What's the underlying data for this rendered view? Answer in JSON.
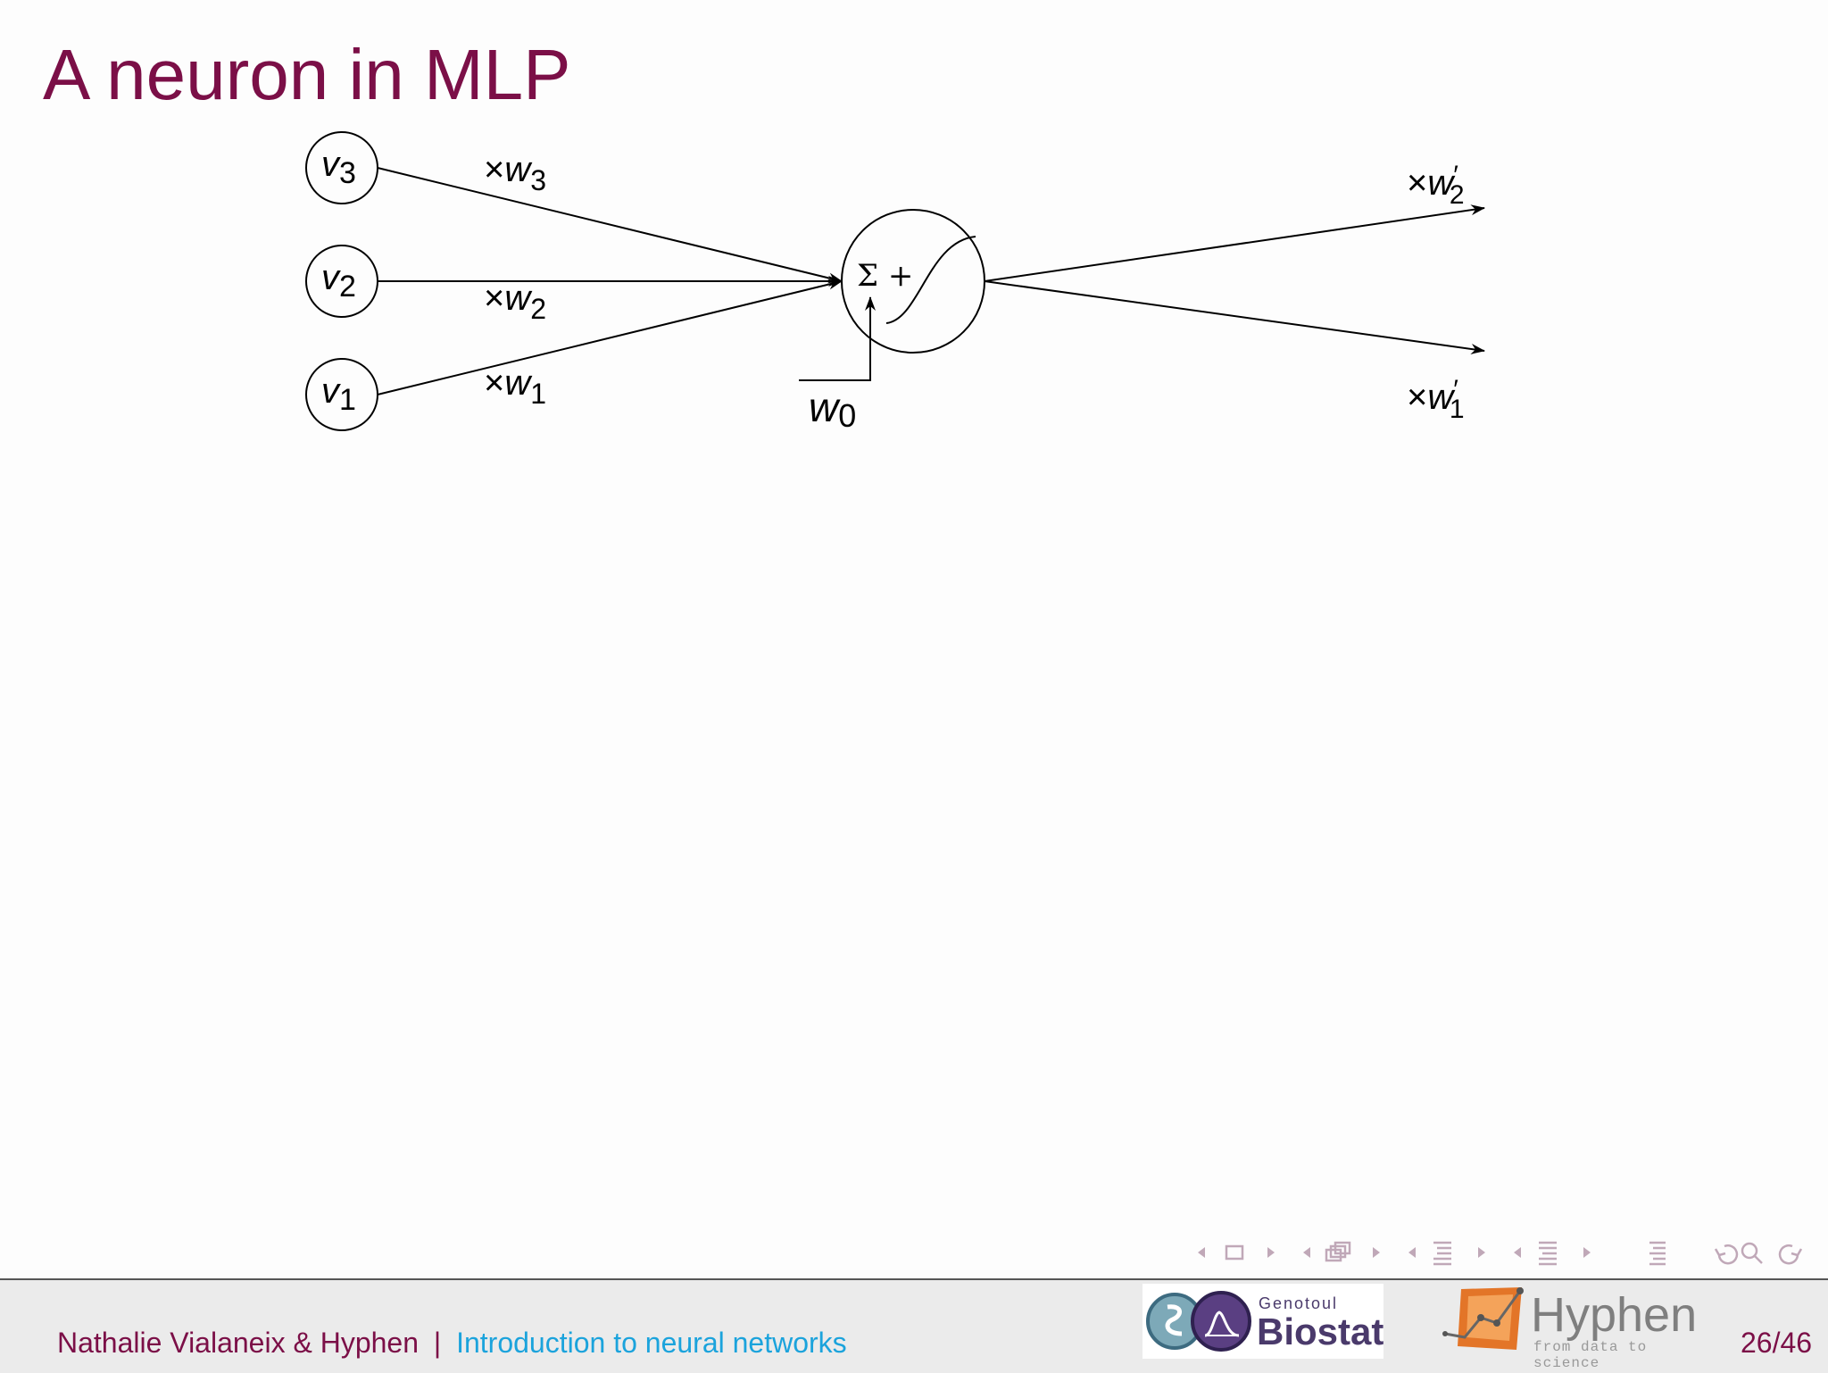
{
  "slide": {
    "title": "A neuron in MLP"
  },
  "diagram": {
    "inputs": [
      {
        "var": "v",
        "sub": "3",
        "weight_var": "w",
        "weight_sub": "3"
      },
      {
        "var": "v",
        "sub": "2",
        "weight_var": "w",
        "weight_sub": "2"
      },
      {
        "var": "v",
        "sub": "1",
        "weight_var": "w",
        "weight_sub": "1"
      }
    ],
    "times_symbol": "×",
    "neuron_label": "Σ +",
    "bias": {
      "var": "w",
      "sub": "0"
    },
    "outputs": [
      {
        "weight_var": "w",
        "prime": "′",
        "sub": "2"
      },
      {
        "weight_var": "w",
        "prime": "′",
        "sub": "1"
      }
    ]
  },
  "nav": {
    "icons": [
      "arrow-left-icon",
      "frame-icon",
      "arrow-right-icon",
      "arrow-left-icon",
      "frames-icon",
      "arrow-right-icon",
      "arrow-left-icon",
      "section-icon",
      "arrow-right-icon",
      "arrow-left-icon",
      "subsection-icon",
      "arrow-right-icon",
      "list-icon",
      "undo-icon",
      "search-icon",
      "redo-icon"
    ],
    "color": "#c0a8b8"
  },
  "footer": {
    "authors": "Nathalie Vialaneix & Hyphen",
    "separator": "|",
    "talk_title": "Introduction to neural networks",
    "page": "26/46",
    "logos": {
      "biostat_small": "Genotoul",
      "biostat_main": "Biostat",
      "hyphen_name": "Hyphen",
      "hyphen_tagline": "from data to science"
    }
  },
  "colors": {
    "title": "#7b0f47",
    "footer_highlight": "#1ba3dc",
    "footer_bg": "#ebebeb"
  }
}
